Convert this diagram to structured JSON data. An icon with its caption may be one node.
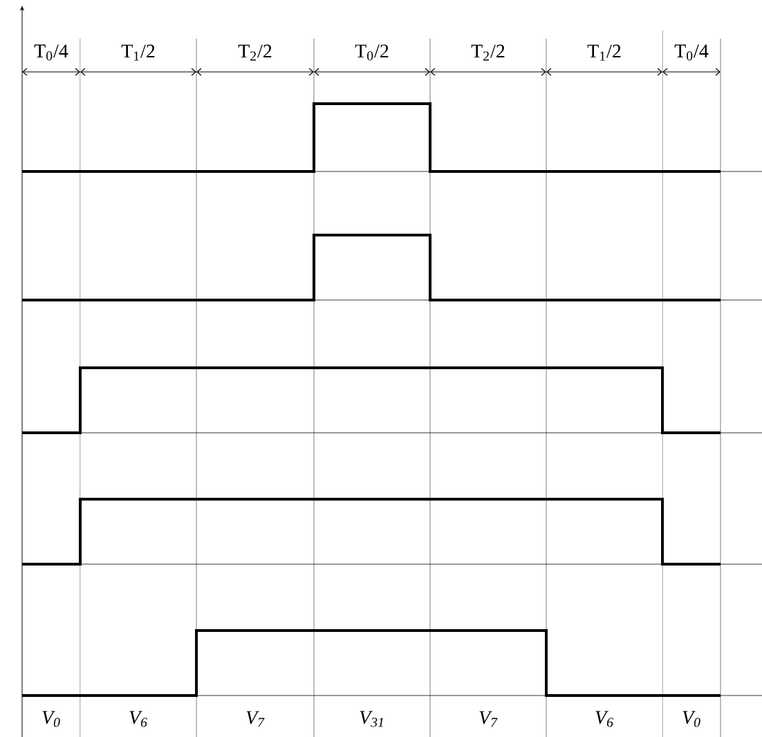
{
  "diagram": {
    "labels": [
      "T$_{0}$/4",
      "T$_{1}$/2",
      "T$_{2}$/2",
      "T$_{0}$/2",
      "T$_{2}$/2",
      "T$_{1}$/2",
      "T$_{0}$/4",
      "V$_{0}$",
      "V$_{6}$",
      "V$_{7}$",
      "V$_{31}$",
      "V$_{7}$",
      "V$_{6}$",
      "V$_{0}$"
    ]
  }
}
